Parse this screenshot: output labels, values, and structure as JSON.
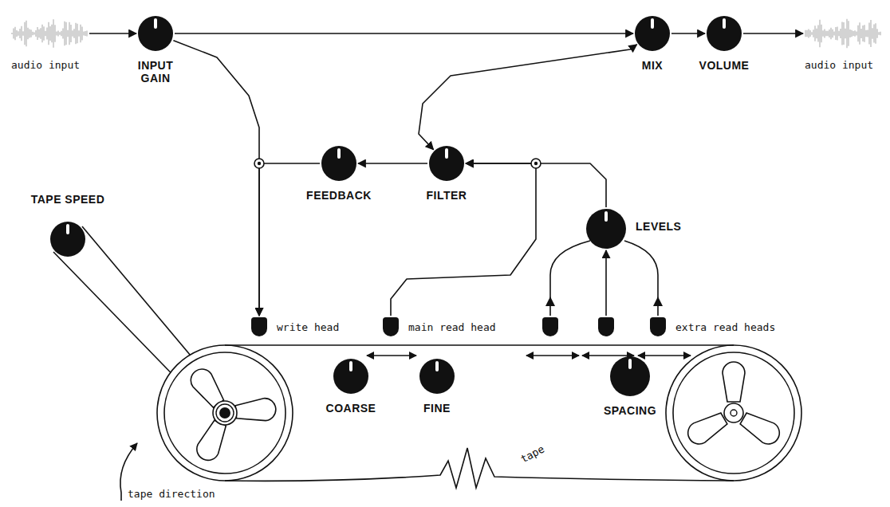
{
  "diagram": {
    "nodes": [
      {
        "text": [
          "audio input"
        ]
      },
      {
        "text": [
          "INPUT GAIN"
        ]
      },
      {
        "text": [
          "MIX"
        ]
      },
      {
        "text": [
          "VOLUME"
        ]
      },
      {
        "text": [
          "audio input"
        ]
      },
      {
        "text": [
          "FEEDBACK"
        ]
      },
      {
        "text": [
          "FILTER"
        ]
      },
      {
        "text": [
          "TAPE SPEED"
        ]
      },
      {
        "text": [
          "LEVELS"
        ]
      },
      {
        "text": [
          "write head"
        ]
      },
      {
        "text": [
          "main read head"
        ]
      },
      {
        "text": [
          "extra read heads"
        ]
      },
      {
        "text": [
          "COARSE"
        ]
      },
      {
        "text": [
          "FINE"
        ]
      },
      {
        "text": [
          "SPACING"
        ]
      }
    ],
    "edges": [
      {
        "from": 0,
        "to": 1,
        "arrow": "to"
      },
      {
        "from": 1,
        "to": 2,
        "arrow": "to"
      },
      {
        "from": 1,
        "to": 9,
        "arrow": "to"
      },
      {
        "from": 5,
        "to": 9,
        "arrow": "to"
      },
      {
        "from": 6,
        "to": 5,
        "arrow": "to"
      },
      {
        "from": 10,
        "to": 6,
        "arrow": "to"
      },
      {
        "from": 8,
        "to": 6,
        "arrow": "to"
      },
      {
        "from": 11,
        "to": 8,
        "arrow": "to"
      },
      {
        "from": 6,
        "to": 2,
        "arrow": "both"
      },
      {
        "from": 2,
        "to": 3,
        "arrow": "to"
      },
      {
        "from": 3,
        "to": 4,
        "arrow": "to"
      }
    ],
    "labels": [
      "tape direction",
      "tape"
    ]
  }
}
